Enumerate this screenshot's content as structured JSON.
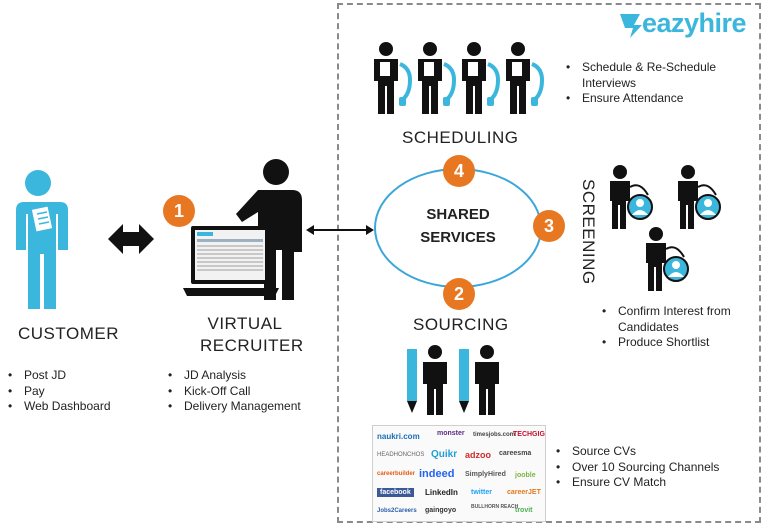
{
  "brand": {
    "name": "eazyhire"
  },
  "customer": {
    "title": "CUSTOMER",
    "items": [
      "Post JD",
      "Pay",
      "Web Dashboard"
    ]
  },
  "recruiter": {
    "title_line1": "VIRTUAL",
    "title_line2": "RECRUITER",
    "number": "1",
    "items": [
      "JD Analysis",
      "Kick-Off Call",
      "Delivery Management"
    ]
  },
  "shared": {
    "line1": "SHARED",
    "line2": "SERVICES"
  },
  "scheduling": {
    "title": "SCHEDULING",
    "number": "4",
    "items": [
      "Schedule & Re-Schedule Interviews",
      "Ensure Attendance"
    ]
  },
  "screening": {
    "title": "SCREENING",
    "number": "3",
    "items": [
      "Confirm Interest from Candidates",
      "Produce Shortlist"
    ]
  },
  "sourcing": {
    "title": "SOURCING",
    "number": "2",
    "items": [
      "Source CVs",
      "Over 10 Sourcing Channels",
      "Ensure CV Match"
    ]
  },
  "job_portals": [
    "naukri.com",
    "monster",
    "timesjobs.com",
    "TECHGIG",
    "HEADHONCHOS",
    "Quikr",
    "adzoo",
    "careesma",
    "careerbuilder",
    "indeed",
    "SimplyHired",
    "jooble",
    "facebook",
    "LinkedIn",
    "twitter",
    "careerJET",
    "Jobs2Careers",
    "gaingoyo",
    "BULLHORN REACH",
    "trovit"
  ],
  "colors": {
    "accent": "#3bb6dc",
    "badge": "#e87722",
    "figure": "#111111",
    "ellipse": "#3aa6d9"
  }
}
